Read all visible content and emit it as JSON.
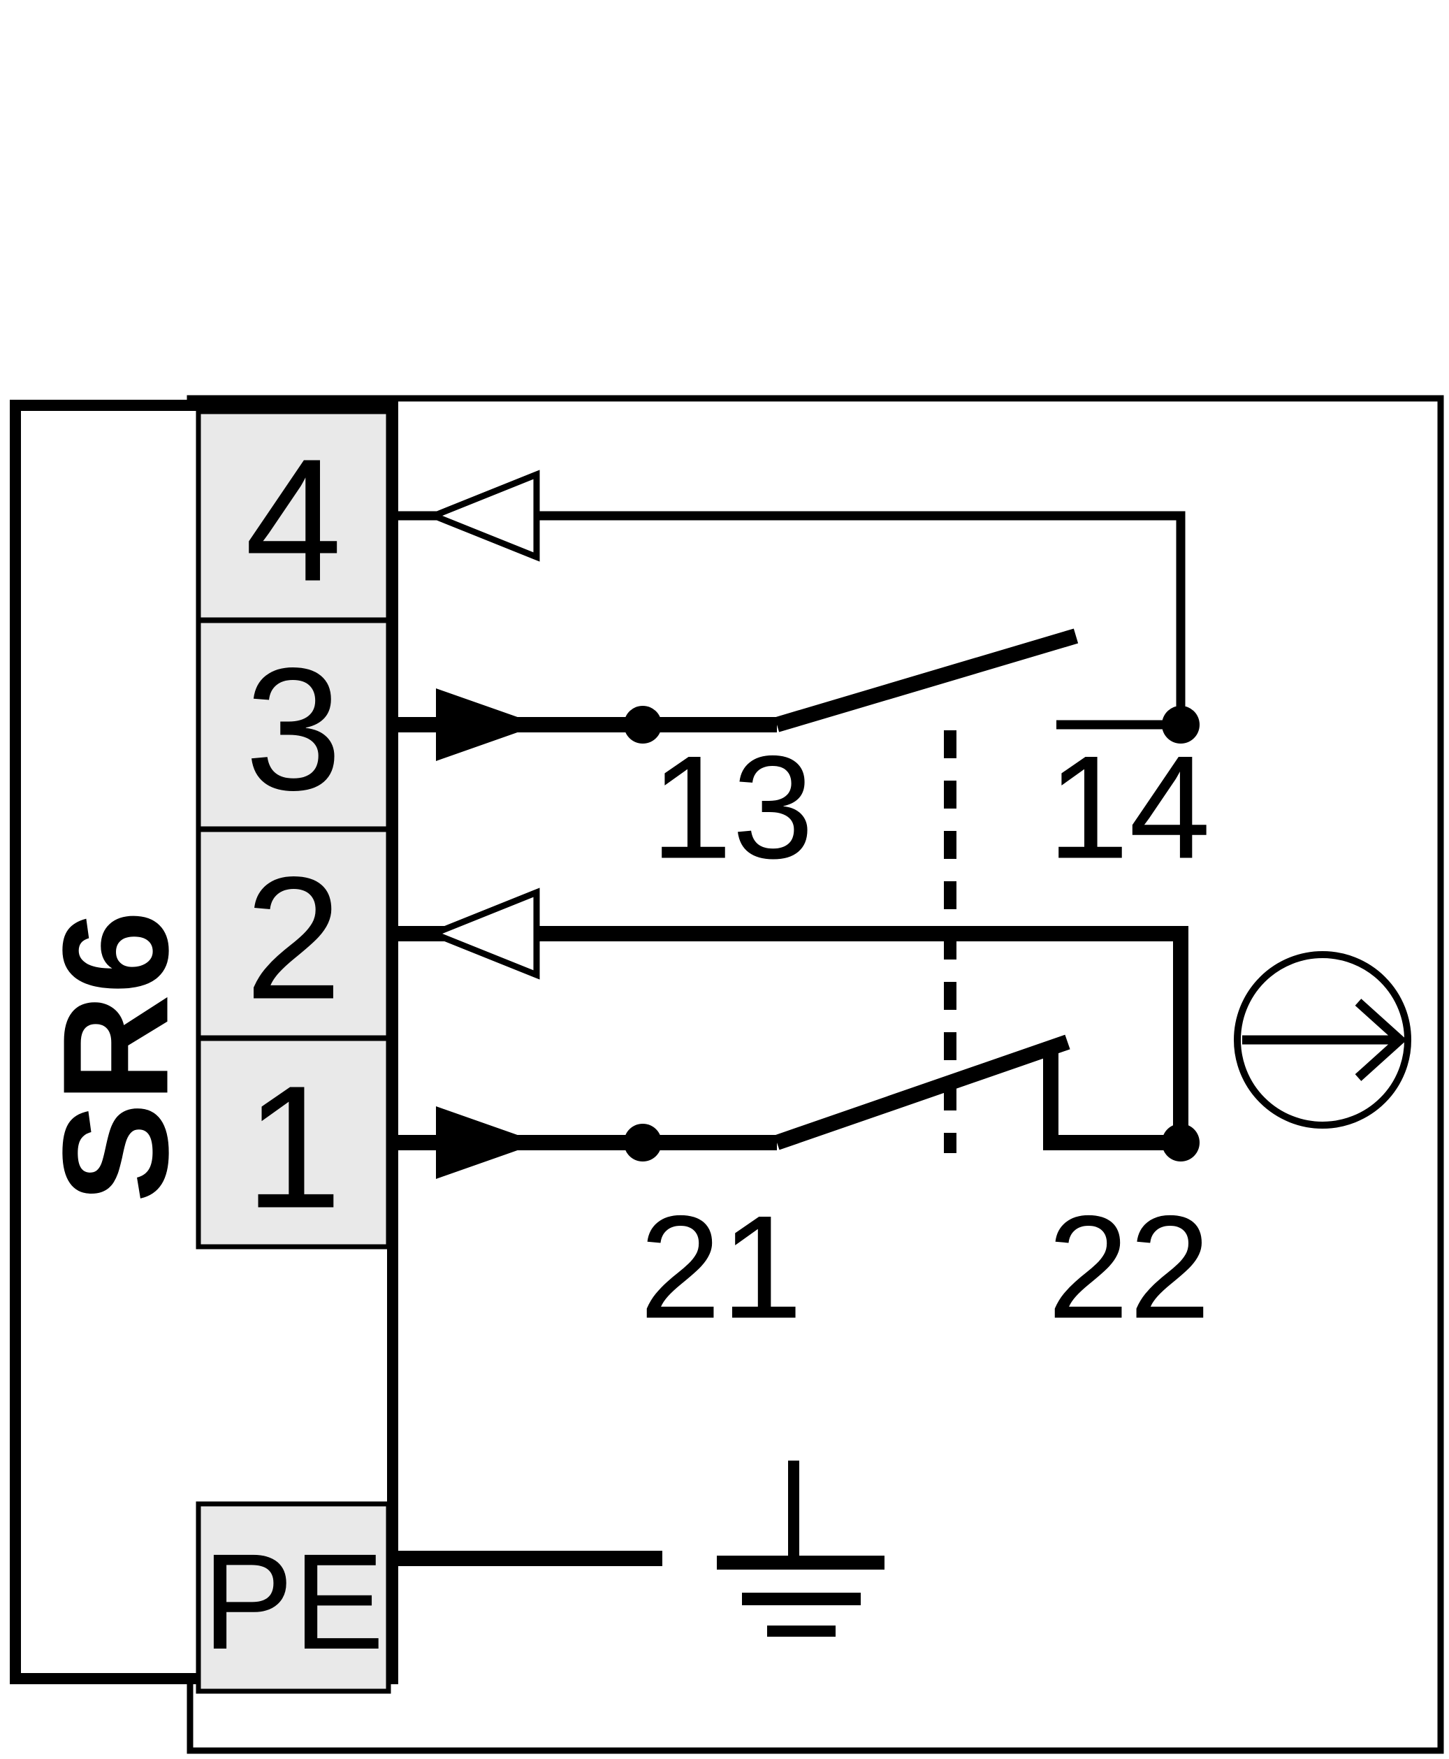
{
  "device": {
    "label": "SR6"
  },
  "terminal_block": {
    "terminals": [
      {
        "label": "4"
      },
      {
        "label": "3"
      },
      {
        "label": "2"
      },
      {
        "label": "1"
      }
    ],
    "pe_terminal": {
      "label": "PE"
    }
  },
  "contacts": {
    "no_contact": {
      "from": "13",
      "to": "14"
    },
    "nc_contact": {
      "from": "21",
      "to": "22"
    }
  },
  "icons": {
    "output_arrow": "open-triangle-left",
    "input_arrow": "filled-triangle-right",
    "mechanical_link": "vertical-dashed-line",
    "actuation_direction": "circle-with-right-arrow",
    "earth_ground": "ground-symbol",
    "contact_node": "filled-dot"
  },
  "colors": {
    "line": "#000000",
    "terminal_fill": "#e9e9e9",
    "background": "#ffffff"
  }
}
